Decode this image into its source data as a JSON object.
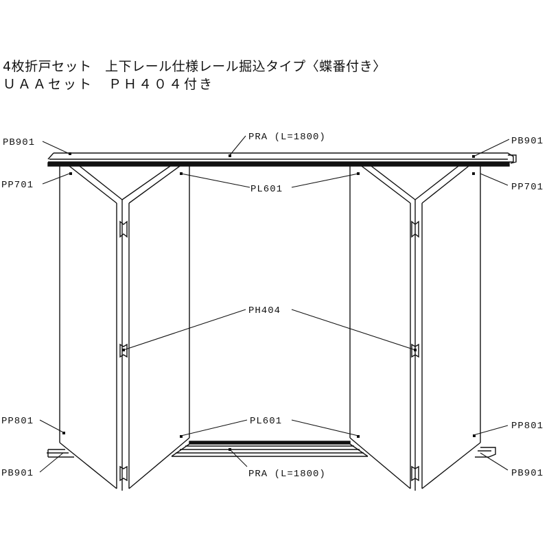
{
  "title": {
    "line1": "4枚折戸セット　上下レール仕様レール掘込タイプ〈蝶番付き〉",
    "line2": "ＵＡＡセット　ＰＨ４０４付き"
  },
  "labels": {
    "pb901_top_left": "PB901",
    "pra_top": "PRA (L=1800)",
    "pb901_top_right": "PB901",
    "pp701_left": "PP701",
    "pl601_top": "PL601",
    "pp701_right": "PP701",
    "ph404": "PH404",
    "pp801_left": "PP801",
    "pl601_bottom": "PL601",
    "pp801_right": "PP801",
    "pb901_bottom_left": "PB901",
    "pra_bottom": "PRA (L=1800)",
    "pb901_bottom_right": "PB901"
  },
  "colors": {
    "line": "#111111",
    "background": "#ffffff"
  }
}
